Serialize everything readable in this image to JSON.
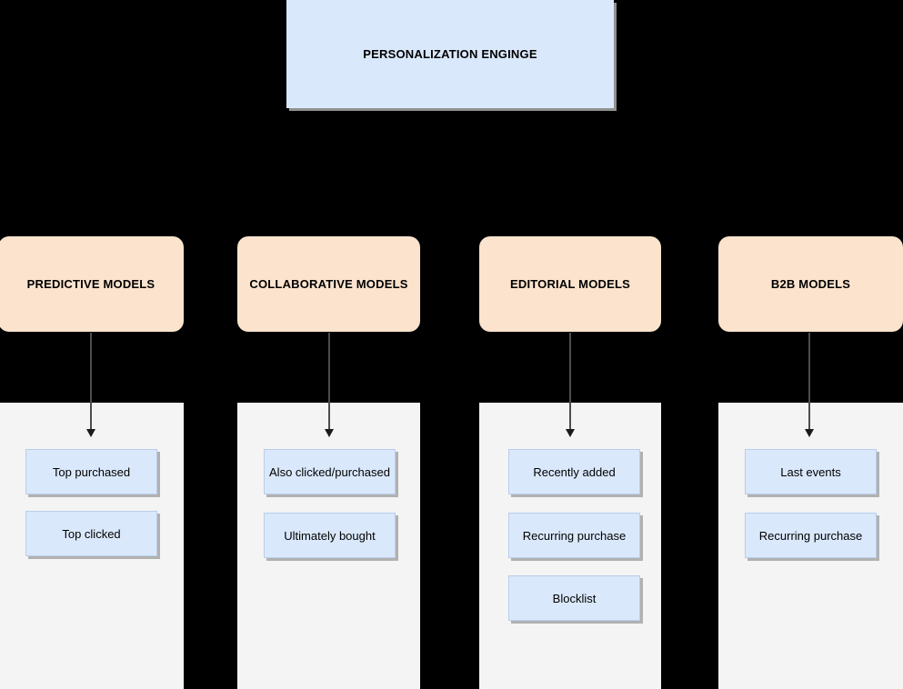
{
  "diagram": {
    "root": {
      "label": "PERSONALIZATION ENGINGE",
      "fill": "#dae8fc"
    },
    "categories": [
      {
        "label": "PREDICTIVE MODELS",
        "fill": "#fbe3ce"
      },
      {
        "label": "COLLABORATIVE MODELS",
        "fill": "#fbe3ce"
      },
      {
        "label": "EDITORIAL MODELS",
        "fill": "#fbe3ce"
      },
      {
        "label": "B2B MODELS",
        "fill": "#fbe3ce"
      }
    ],
    "columns": [
      {
        "panel_fill": "#f4f4f4",
        "items": [
          {
            "label": "Top purchased"
          },
          {
            "label": "Top clicked"
          }
        ]
      },
      {
        "panel_fill": "#f4f4f4",
        "items": [
          {
            "label": "Also clicked/purchased"
          },
          {
            "label": "Ultimately bought"
          }
        ]
      },
      {
        "panel_fill": "#f4f4f4",
        "items": [
          {
            "label": "Recently added"
          },
          {
            "label": "Recurring purchase"
          },
          {
            "label": "Blocklist"
          }
        ]
      },
      {
        "panel_fill": "#f4f4f4",
        "items": [
          {
            "label": "Last events"
          },
          {
            "label": "Recurring purchase"
          }
        ]
      }
    ],
    "background": "#000000",
    "item_fill": "#dae8fc",
    "connector_color": "#4d4d4d"
  }
}
